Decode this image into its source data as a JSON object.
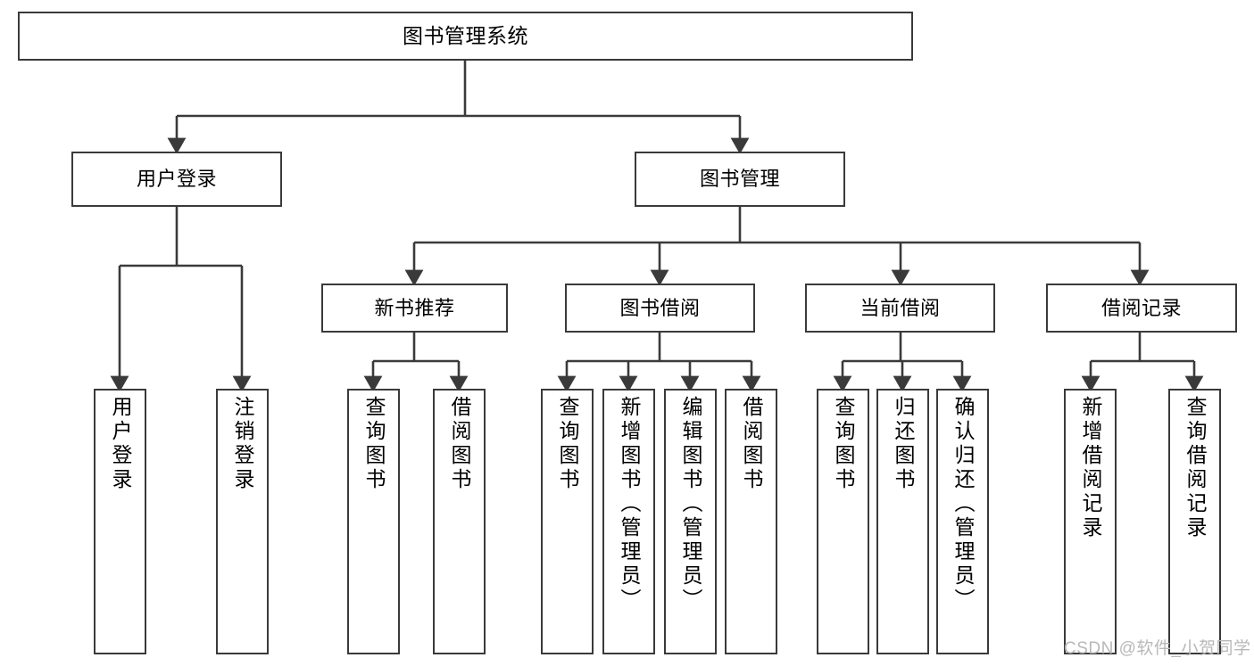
{
  "diagram": {
    "title": "图书管理系统",
    "type": "hierarchy-tree",
    "orientation": "top-down",
    "colors": {
      "node_border": "#3a3a3a",
      "node_fill": "#ffffff",
      "edge": "#3a3a3a",
      "text": "#000000",
      "watermark": "#b8b8b8",
      "background": "#ffffff"
    },
    "levels": {
      "root": {
        "label": "图书管理系统"
      },
      "level2": [
        {
          "label": "用户登录"
        },
        {
          "label": "图书管理"
        }
      ],
      "level3": [
        {
          "label": "新书推荐"
        },
        {
          "label": "图书借阅"
        },
        {
          "label": "当前借阅"
        },
        {
          "label": "借阅记录"
        }
      ],
      "leaves": {
        "user_login": [
          {
            "label": "用户登录"
          },
          {
            "label": "注销登录"
          }
        ],
        "new_book_recommend": [
          {
            "label": "查询图书"
          },
          {
            "label": "借阅图书"
          }
        ],
        "book_borrow": [
          {
            "label": "查询图书"
          },
          {
            "label": "新增图书（管理员）"
          },
          {
            "label": "编辑图书（管理员）"
          },
          {
            "label": "借阅图书"
          }
        ],
        "current_borrow": [
          {
            "label": "查询图书"
          },
          {
            "label": "归还图书"
          },
          {
            "label": "确认归还（管理员）"
          }
        ],
        "borrow_record": [
          {
            "label": "新增借阅记录"
          },
          {
            "label": "查询借阅记录"
          }
        ]
      }
    }
  },
  "watermark": {
    "text": "CSDN @软件_小贺同学"
  }
}
